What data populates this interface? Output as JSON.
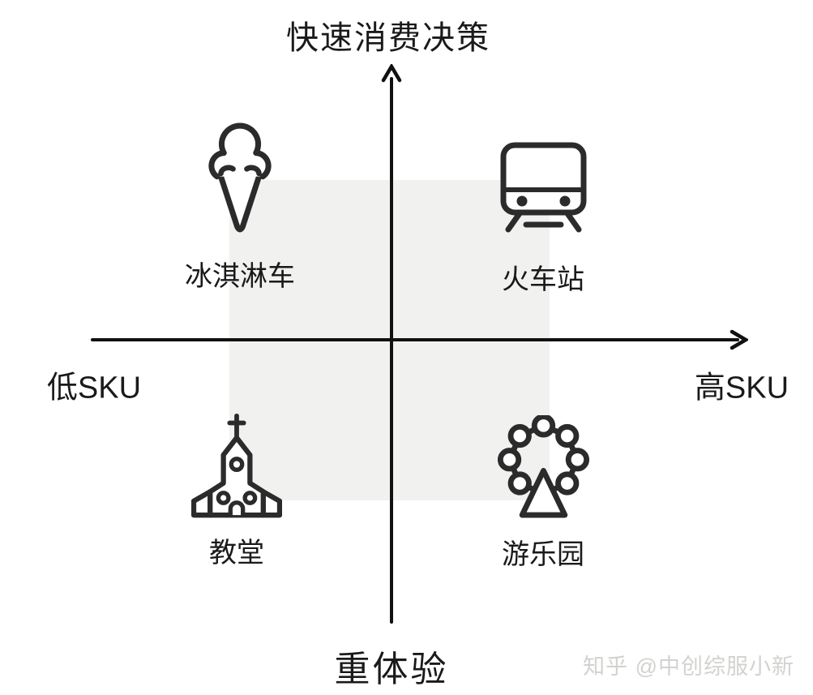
{
  "diagram": {
    "title_top": "快速消费决策",
    "axis_left": "低SKU",
    "axis_right": "高SKU",
    "label_bottom": "重体验",
    "quadrants": [
      {
        "position": "top-left",
        "icon": "ice-cream-cone-icon",
        "label": "冰淇淋车"
      },
      {
        "position": "top-right",
        "icon": "train-icon",
        "label": "火车站"
      },
      {
        "position": "bottom-left",
        "icon": "church-icon",
        "label": "教堂"
      },
      {
        "position": "bottom-right",
        "icon": "ferris-wheel-icon",
        "label": "游乐园"
      }
    ]
  },
  "watermark": "知乎 @中创综服小新",
  "colors": {
    "axis": "#111111",
    "icon_stroke": "#2b2b2b",
    "quadrant_background": "#f1f1f0",
    "text": "#1a1a1a",
    "watermark": "#d2d2d0"
  }
}
